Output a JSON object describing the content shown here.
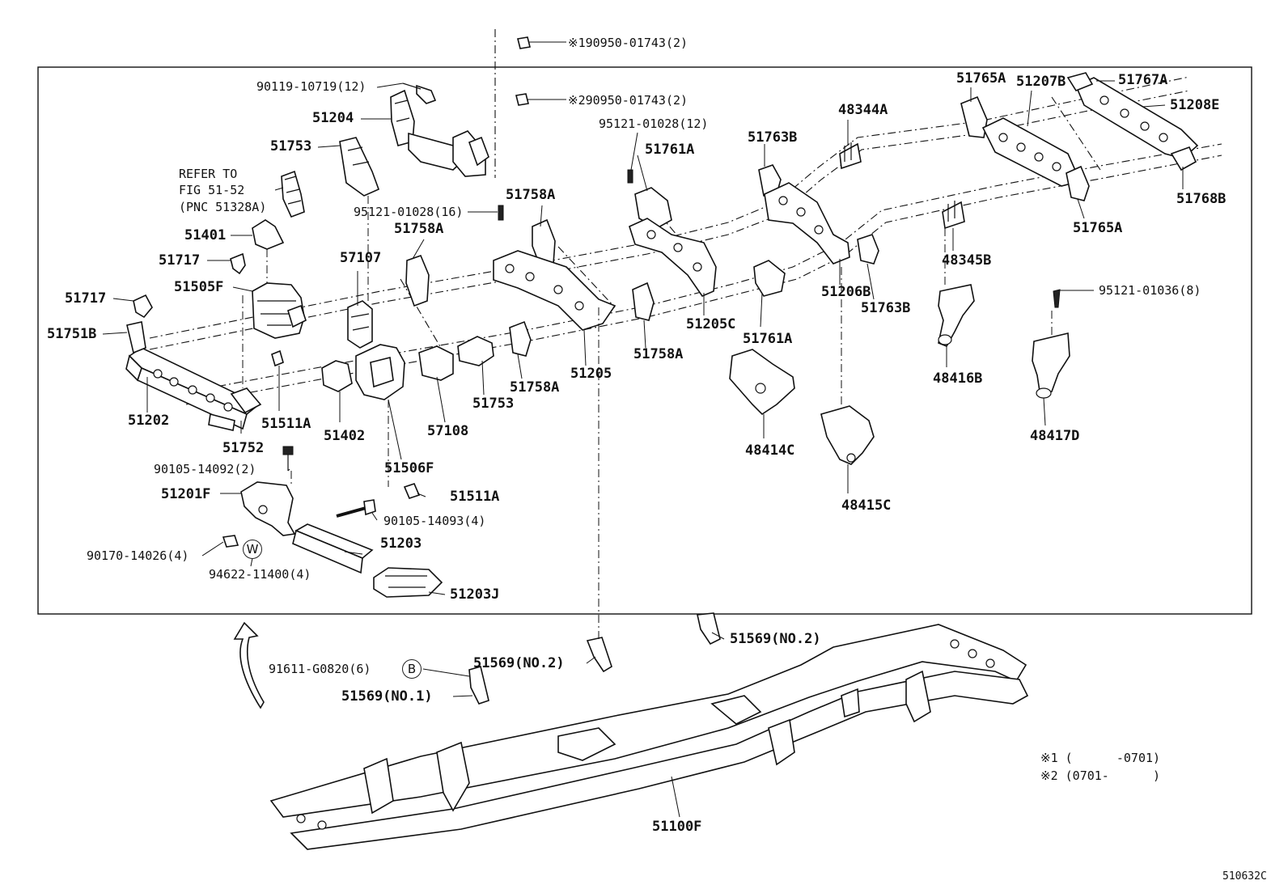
{
  "figure_id": "510632C",
  "notes": {
    "n1": "※1 (      -0701)",
    "n2": "※2 (0701-      )"
  },
  "callouts": {
    "p1": "※190950-01743(2)",
    "p2": "※290950-01743(2)",
    "p3": "90119-10719(12)",
    "p4": "51204",
    "p5": "51753",
    "p6": "REFER TO",
    "p7": "FIG 51-52",
    "p8": "(PNC 51328A)",
    "p9": "51401",
    "p10": "51717",
    "p11": "51505F",
    "p12": "51717",
    "p13": "51751B",
    "p14": "51202",
    "p15": "51752",
    "p16": "51511A",
    "p17": "51402",
    "p18": "57107",
    "p19": "95121-01028(16)",
    "p20": "51758A",
    "p21": "51758A",
    "p22": "95121-01028(12)",
    "p23": "51761A",
    "p24": "51763B",
    "p25": "48344A",
    "p26": "51765A",
    "p27": "51207B",
    "p28": "51767A",
    "p29": "51208E",
    "p30": "51768B",
    "p31": "51765A",
    "p32": "48345B",
    "p33": "95121-01036(8)",
    "p34": "51206B",
    "p35": "51763B",
    "p36": "51205C",
    "p37": "51761A",
    "p38": "51758A",
    "p39": "51205",
    "p40": "51758A",
    "p41": "51753",
    "p42": "57108",
    "p43": "51506F",
    "p44": "48414C",
    "p45": "48415C",
    "p46": "48416B",
    "p47": "48417D",
    "p48": "90105-14092(2)",
    "p49": "51201F",
    "p50": "90105-14093(4)",
    "p51": "51511A",
    "p52": "51203",
    "p53": "90170-14026(4)",
    "p54": "94622-11400(4)",
    "p55": "51203J",
    "p56": "51569(NO.2)",
    "p57": "51569(NO.2)",
    "p58": "91611-G0820(6)",
    "p59": "51569(NO.1)",
    "p60": "51100F"
  },
  "symbols": {
    "washer_mark": "W",
    "bolt_mark": "B"
  }
}
